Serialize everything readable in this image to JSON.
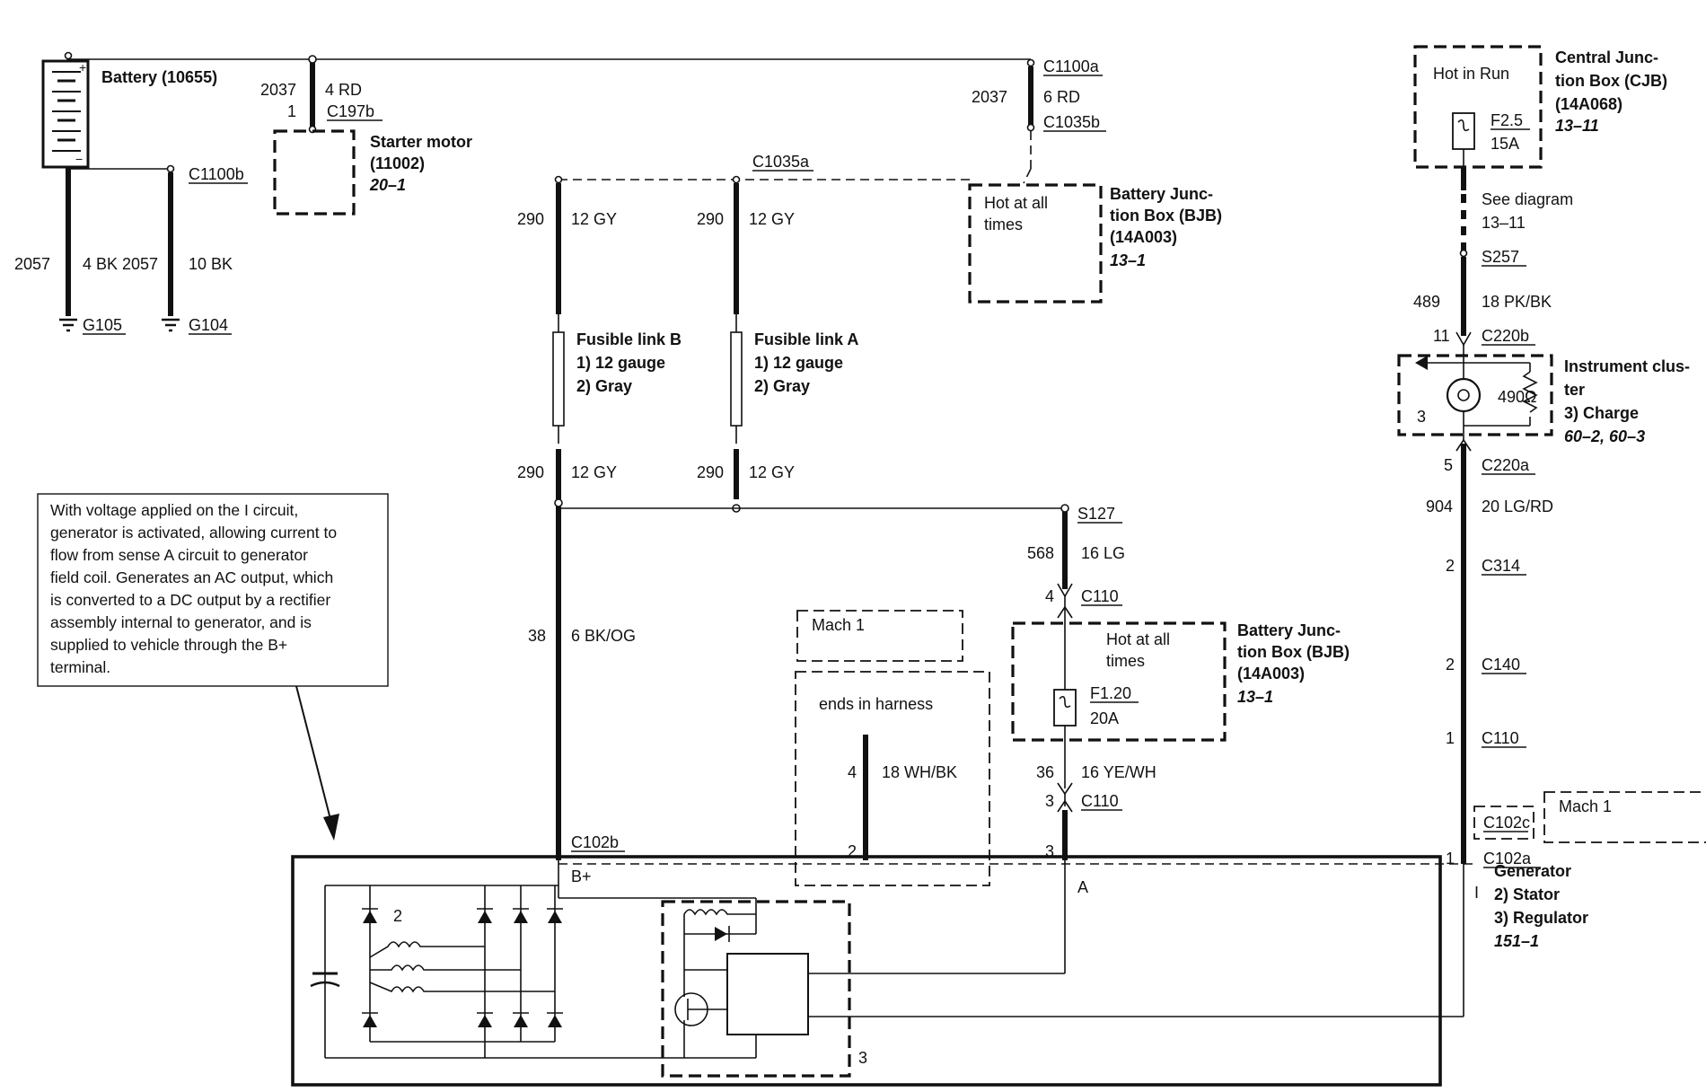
{
  "battery": {
    "name": "Battery (10655)"
  },
  "g105": {
    "circuit": "2057",
    "gauge": "4 BK",
    "ground": "G105"
  },
  "g104": {
    "circuit": "2057",
    "gauge": "10 BK",
    "ground": "G104",
    "connector": "C1100b"
  },
  "starter": {
    "circuit": "2037",
    "gauge": "4 RD",
    "pin": "1",
    "connector": "C197b",
    "name": "Starter motor",
    "part": "(11002)",
    "ref": "20–1"
  },
  "bjb_top": {
    "connector_top": "C1100a",
    "circuit": "2037",
    "gauge": "6 RD",
    "connector_bottom": "C1035b",
    "hot": "Hot at all",
    "hot2": "times",
    "name1": "Battery Junc-",
    "name2": "tion Box (BJB)",
    "part": "(14A003)",
    "ref": "13–1"
  },
  "c1035a": "C1035a",
  "fusible_b": {
    "circuit_top": "290",
    "gauge_top": "12 GY",
    "name": "Fusible link B",
    "line1": "1)   12 gauge",
    "line2": "2)   Gray",
    "circuit_bottom": "290",
    "gauge_bottom": "12 GY"
  },
  "fusible_a": {
    "circuit_top": "290",
    "gauge_top": "12 GY",
    "name": "Fusible link A",
    "line1": "1)   12 gauge",
    "line2": "2)   Gray",
    "circuit_bottom": "290",
    "gauge_bottom": "12 GY"
  },
  "bplus": {
    "circuit": "38",
    "gauge": "6 BK/OG",
    "connector": "C102b",
    "terminal": "B+"
  },
  "sense": {
    "splice": "S127",
    "circuit_top": "568",
    "gauge_top": "16 LG",
    "pin_top": "4",
    "conn_top": "C110",
    "hot": "Hot at all",
    "hot2": "times",
    "fuse": "F1.20",
    "amp": "20A",
    "name1": "Battery Junc-",
    "name2": "tion Box (BJB)",
    "part": "(14A003)",
    "ref": "13–1",
    "circuit_bottom": "36",
    "gauge_bottom": "16 YE/WH",
    "pin_bottom": "3",
    "conn_bottom": "C110",
    "pin_gen": "3",
    "terminal": "A"
  },
  "mach1_left": {
    "label": "Mach 1",
    "ends": "ends in harness",
    "pin_top": "4",
    "gauge": "18 WH/BK",
    "pin_bottom": "2"
  },
  "cjb": {
    "hot": "Hot in Run",
    "fuse": "F2.5",
    "amp": "15A",
    "name1": "Central Junc-",
    "name2": "tion Box (CJB)",
    "part": "(14A068)",
    "ref": "13–11"
  },
  "i_circuit": {
    "see1": "See diagram",
    "see2": "13–11",
    "splice": "S257",
    "circuit1": "489",
    "gauge1": "18 PK/BK",
    "pin1": "11",
    "conn1": "C220b",
    "cluster1": "Instrument clus-",
    "cluster2": "ter",
    "cluster3": "3)   Charge",
    "cluster_ref": "60–2, 60–3",
    "resistor": "490Ω",
    "cluster_pin": "3",
    "pin2": "5",
    "conn2": "C220a",
    "circuit2": "904",
    "gauge2": "20 LG/RD",
    "pin3": "2",
    "conn3": "C314",
    "pin4": "2",
    "conn4": "C140",
    "pin5": "1",
    "conn5": "C110",
    "conn6": "C102c",
    "mach1": "Mach 1",
    "pin6": "1",
    "conn7": "C102a",
    "terminal": "I"
  },
  "generator": {
    "name": "Generator",
    "stator": "2)   Stator",
    "regulator": "3)   Regulator",
    "ref": "151–1",
    "label2": "2",
    "label3": "3"
  },
  "note": {
    "lines": [
      "With voltage applied on the I circuit,",
      "generator is activated, allowing current to",
      "flow from sense A circuit to generator",
      "field coil. Generates an AC output, which",
      "is converted to a DC output by a rectifier",
      "assembly internal to generator, and is",
      "supplied to vehicle through the B+",
      "terminal."
    ]
  }
}
